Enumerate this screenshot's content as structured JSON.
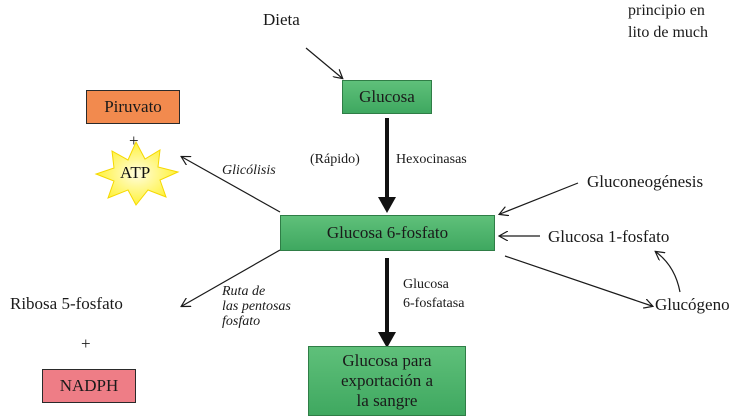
{
  "corner_text": [
    "principio en",
    "lito de much"
  ],
  "nodes": {
    "dieta": "Dieta",
    "glucosa": "Glucosa",
    "g6p": "Glucosa 6-fosfato",
    "export": [
      "Glucosa para",
      "exportación a",
      "la sangre"
    ],
    "piruvato": "Piruvato",
    "atp": "ATP",
    "plus_top": "+",
    "ribosa": "Ribosa 5-fosfato",
    "plus_bottom": "+",
    "nadph": "NADPH",
    "gluconeo": "Gluconeogénesis",
    "g1p": "Glucosa 1-fosfato",
    "glucogeno": "Glucógeno"
  },
  "labels": {
    "rapido": "(Rápido)",
    "hexocinasas": "Hexocinasas",
    "glicolisis": "Glicólisis",
    "ruta": [
      "Ruta de",
      "las pentosas",
      "fosfato"
    ],
    "g6pasa": [
      "Glucosa",
      "6-fosfatasa"
    ]
  },
  "colors": {
    "green_box": "#4cb56b",
    "piruvato_box": "#f28a4e",
    "nadph_box": "#ee7d86",
    "atp_star": "#fff23a",
    "atp_glow": "#fffbb0"
  }
}
